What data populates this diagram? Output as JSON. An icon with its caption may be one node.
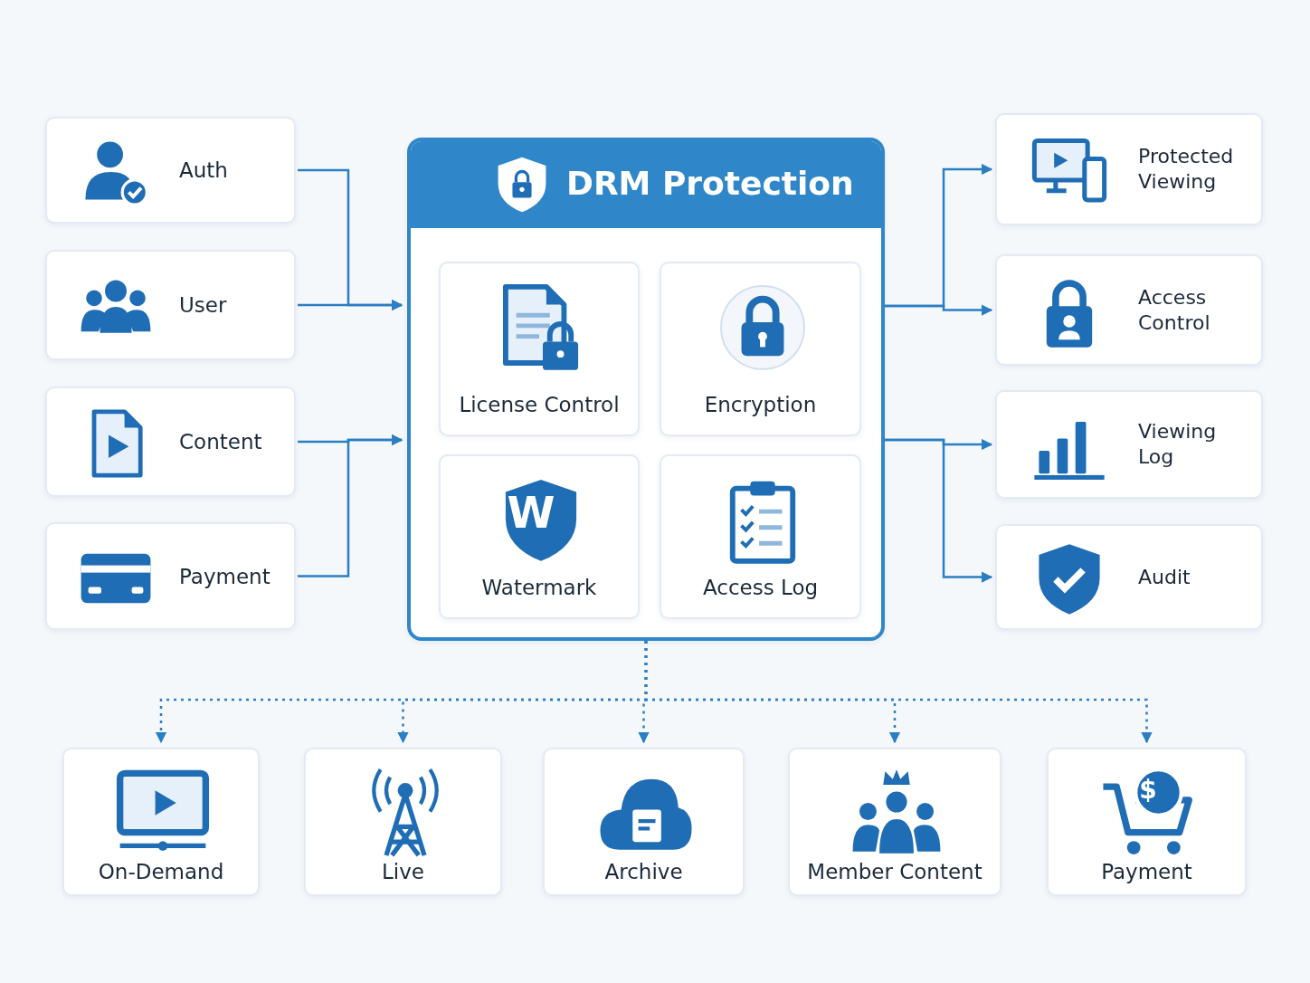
{
  "diagram": {
    "nodes": [
      {
        "text": [
          "Auth"
        ]
      },
      {
        "text": [
          "User"
        ]
      },
      {
        "text": [
          "Content"
        ]
      },
      {
        "text": [
          "Payment"
        ]
      },
      {
        "text": [
          "DRM Protection"
        ]
      },
      {
        "text": [
          "License Control"
        ],
        "in": 4
      },
      {
        "text": [
          "Encryption"
        ],
        "in": 4
      },
      {
        "text": [
          "Watermark"
        ],
        "in": 4
      },
      {
        "text": [
          "Access Log"
        ],
        "in": 4
      },
      {
        "text": [
          "Protected Viewing"
        ]
      },
      {
        "text": [
          "Access Control"
        ]
      },
      {
        "text": [
          "Viewing Log"
        ]
      },
      {
        "text": [
          "Audit"
        ]
      },
      {
        "text": [
          "On-Demand"
        ]
      },
      {
        "text": [
          "Live"
        ]
      },
      {
        "text": [
          "Archive"
        ]
      },
      {
        "text": [
          "Member Content"
        ]
      },
      {
        "text": [
          "Payment"
        ]
      }
    ],
    "edges": [
      {
        "from": 0,
        "to": 4,
        "arrow": "to"
      },
      {
        "from": 1,
        "to": 4,
        "arrow": "to"
      },
      {
        "from": 2,
        "to": 4,
        "arrow": "to"
      },
      {
        "from": 3,
        "to": 4,
        "arrow": "to"
      },
      {
        "from": 4,
        "to": 9,
        "arrow": "to"
      },
      {
        "from": 4,
        "to": 10,
        "arrow": "to"
      },
      {
        "from": 4,
        "to": 11,
        "arrow": "to"
      },
      {
        "from": 4,
        "to": 12,
        "arrow": "to"
      },
      {
        "from": 4,
        "to": 13,
        "arrow": "to",
        "style": "dashed"
      },
      {
        "from": 4,
        "to": 14,
        "arrow": "to",
        "style": "dashed"
      },
      {
        "from": 4,
        "to": 15,
        "arrow": "to",
        "style": "dashed"
      },
      {
        "from": 4,
        "to": 16,
        "arrow": "to",
        "style": "dashed"
      },
      {
        "from": 4,
        "to": 17,
        "arrow": "to",
        "style": "dashed"
      }
    ],
    "labels": [
      "W",
      "$"
    ]
  }
}
